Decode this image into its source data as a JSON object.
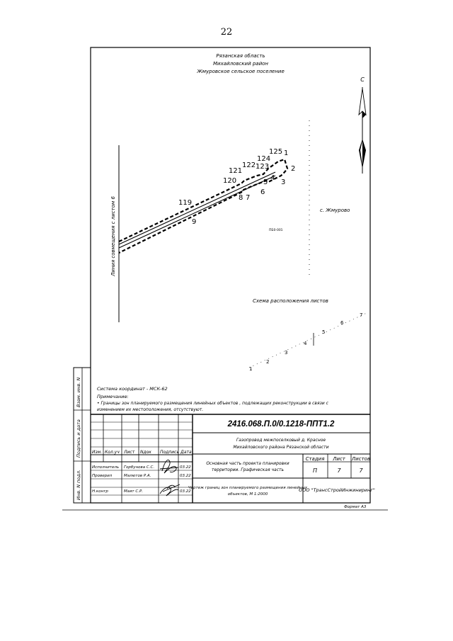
{
  "page_number": "22",
  "region": {
    "line1": "Рязанская область",
    "line2": "Михайловский район",
    "line3": "Жмуровское сельское поселение"
  },
  "north_label": "С",
  "boundary_line_label": "Линия совмещения с листом 6",
  "village_label": "с. Жмурово",
  "lot_label": "ПБ0-001",
  "points": {
    "p1": "1",
    "p2": "2",
    "p3": "3",
    "p4": "4",
    "p5": "5",
    "p6": "6",
    "p7": "7",
    "p8": "8",
    "p9": "9",
    "p119": "119",
    "p120": "120",
    "p121": "121",
    "p122": "122",
    "p123": "123",
    "p124": "124",
    "p125": "125"
  },
  "scheme": {
    "title": "Схема расположения листов",
    "sheets": [
      "1",
      "2",
      "3",
      "4",
      "5",
      "6",
      "7"
    ]
  },
  "notes": {
    "coord_system": "Система координат - МСК-62",
    "notes_heading": "Примечание:",
    "note_line1": "• Границы зон планируемого размещения линейных объектов , подлежащих реконструкции в связи с",
    "note_line2": "изменением их местоположения, отсутствуют."
  },
  "side_labels": {
    "vzam": "Взам. инв. N",
    "podpis": "Подпись и дата",
    "inv": "Инв. N подл."
  },
  "stamp": {
    "doc_code": "2416.068.П.0/0.1218-ППТ1.2",
    "project_line1": "Газопровод межпоселковый д. Красное",
    "project_line2": "Михайловского района Рязанской области",
    "part_line1": "Основная часть проекта планировки",
    "part_line2": "территории. Графическая часть",
    "drawing_line1": "Чертеж границ зон планируемого размещения линейных",
    "drawing_line2": "объектов, М 1:2000",
    "company": "ООО \"ТрансСтройИнжиниринг\"",
    "headers": {
      "izm": "Изм.",
      "kol": "Кол.уч",
      "list": "Лист",
      "ndok": "Nдок",
      "podp": "Подпись",
      "data": "Дата"
    },
    "people": [
      {
        "role": "Исполнитель",
        "name": "Горбунова С.С.",
        "date": "03.22"
      },
      {
        "role": "Проверил",
        "name": "Малютов Р.А.",
        "date": "03.22"
      },
      {
        "role": "Н.контр",
        "name": "Маят С.Р.",
        "date": "03.22"
      }
    ],
    "stage_header": "Стадия",
    "sheet_header": "Лист",
    "sheets_header": "Листов",
    "stage": "П",
    "sheet": "7",
    "sheets": "7"
  },
  "format": "Формат А3"
}
